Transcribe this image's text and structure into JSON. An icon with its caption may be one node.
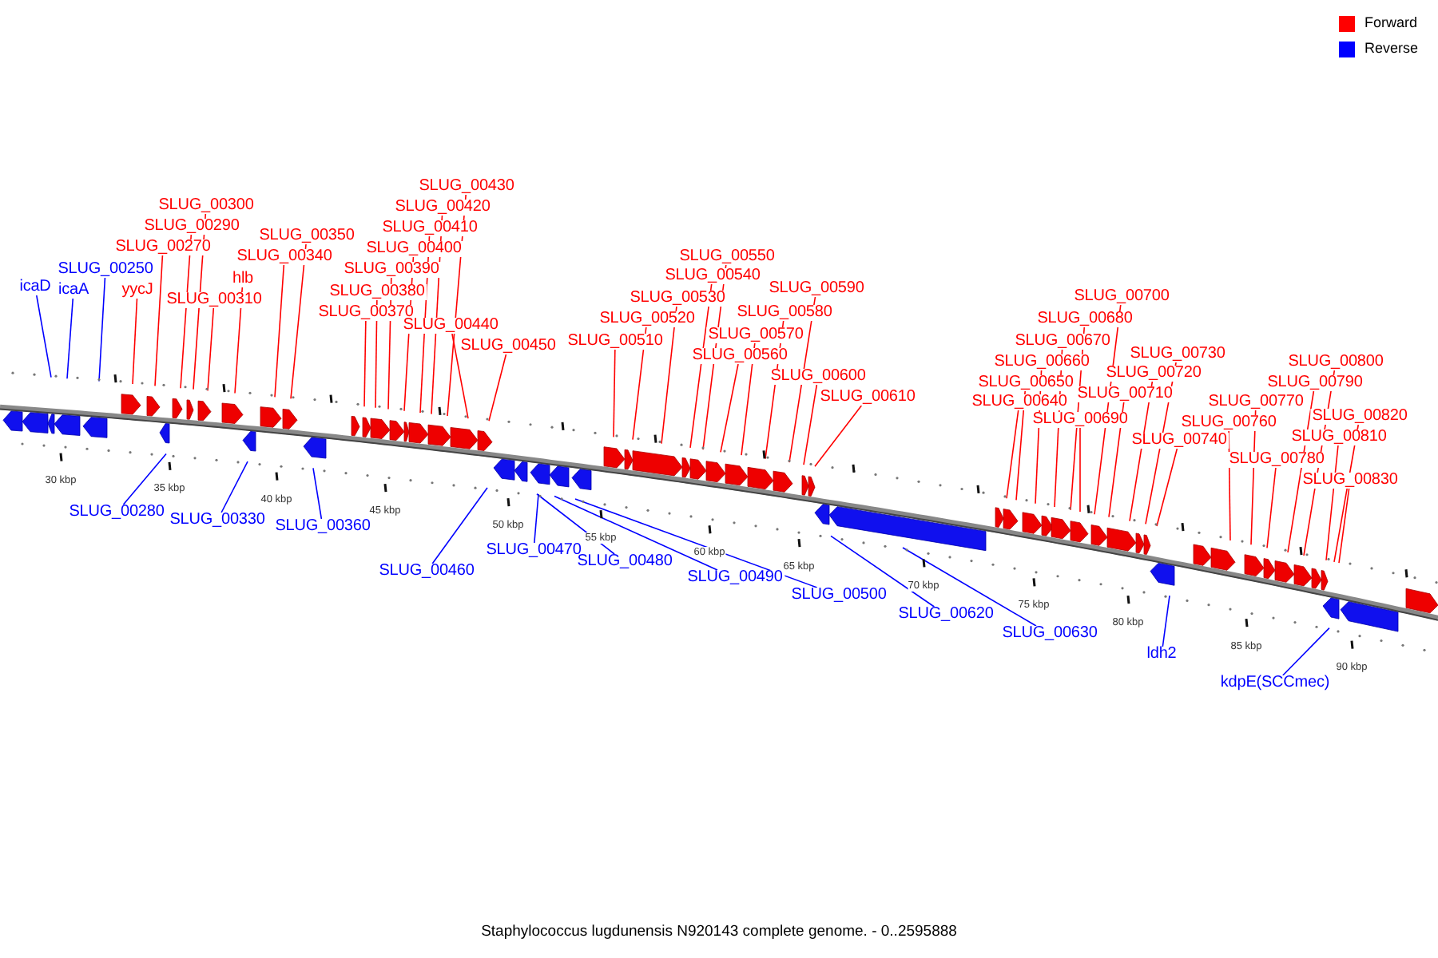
{
  "diagram": {
    "caption": "Staphylococcus lugdunensis N920143 complete genome. - 0..2595888",
    "nodes": [
      {
        "text": [
          "icaD"
        ]
      },
      {
        "text": [
          "icaA"
        ]
      },
      {
        "text": [
          "SLUG_00250"
        ]
      },
      {
        "text": [
          "yycJ"
        ]
      },
      {
        "text": [
          "SLUG_00270"
        ]
      },
      {
        "text": [
          "SLUG_00290"
        ]
      },
      {
        "text": [
          "SLUG_00300"
        ]
      },
      {
        "text": [
          "SLUG_00310"
        ]
      },
      {
        "text": [
          "hlb"
        ]
      },
      {
        "text": [
          "SLUG_00340"
        ]
      },
      {
        "text": [
          "SLUG_00350"
        ]
      },
      {
        "text": [
          "SLUG_00280"
        ]
      },
      {
        "text": [
          "SLUG_00330"
        ]
      },
      {
        "text": [
          "SLUG_00360"
        ]
      },
      {
        "text": [
          "SLUG_00370"
        ]
      },
      {
        "text": [
          "SLUG_00380"
        ]
      },
      {
        "text": [
          "SLUG_00390"
        ]
      },
      {
        "text": [
          "SLUG_00400"
        ]
      },
      {
        "text": [
          "SLUG_00410"
        ]
      },
      {
        "text": [
          "SLUG_00420"
        ]
      },
      {
        "text": [
          "SLUG_00430"
        ]
      },
      {
        "text": [
          "SLUG_00440"
        ]
      },
      {
        "text": [
          "SLUG_00450"
        ]
      },
      {
        "text": [
          "SLUG_00460"
        ]
      },
      {
        "text": [
          "SLUG_00470"
        ]
      },
      {
        "text": [
          "SLUG_00480"
        ]
      },
      {
        "text": [
          "SLUG_00490"
        ]
      },
      {
        "text": [
          "SLUG_00500"
        ]
      },
      {
        "text": [
          "SLUG_00510"
        ]
      },
      {
        "text": [
          "SLUG_00520"
        ]
      },
      {
        "text": [
          "SLUG_00530"
        ]
      },
      {
        "text": [
          "SLUG_00540"
        ]
      },
      {
        "text": [
          "SLUG_00550"
        ]
      },
      {
        "text": [
          "SLUG_00560"
        ]
      },
      {
        "text": [
          "SLUG_00570"
        ]
      },
      {
        "text": [
          "SLUG_00580"
        ]
      },
      {
        "text": [
          "SLUG_00590"
        ]
      },
      {
        "text": [
          "SLUG_00600"
        ]
      },
      {
        "text": [
          "SLUG_00610"
        ]
      },
      {
        "text": [
          "SLUG_00620"
        ]
      },
      {
        "text": [
          "SLUG_00630"
        ]
      },
      {
        "text": [
          "SLUG_00640"
        ]
      },
      {
        "text": [
          "SLUG_00650"
        ]
      },
      {
        "text": [
          "SLUG_00660"
        ]
      },
      {
        "text": [
          "SLUG_00670"
        ]
      },
      {
        "text": [
          "SLUG_00680"
        ]
      },
      {
        "text": [
          "SLUG_00690"
        ]
      },
      {
        "text": [
          "SLUG_00700"
        ]
      },
      {
        "text": [
          "SLUG_00710"
        ]
      },
      {
        "text": [
          "SLUG_00720"
        ]
      },
      {
        "text": [
          "SLUG_00730"
        ]
      },
      {
        "text": [
          "SLUG_00740"
        ]
      },
      {
        "text": [
          "ldh2"
        ]
      },
      {
        "text": [
          "SLUG_00760"
        ]
      },
      {
        "text": [
          "SLUG_00770"
        ]
      },
      {
        "text": [
          "SLUG_00780"
        ]
      },
      {
        "text": [
          "SLUG_00790"
        ]
      },
      {
        "text": [
          "SLUG_00800"
        ]
      },
      {
        "text": [
          "SLUG_00810"
        ]
      },
      {
        "text": [
          "SLUG_00820"
        ]
      },
      {
        "text": [
          "SLUG_00830"
        ]
      },
      {
        "text": [
          "kdpE(SCCmec)"
        ]
      }
    ],
    "edges": [
      {
        "from": 0,
        "to": null,
        "arrow": "none",
        "color": "#0000ff"
      },
      {
        "from": 1,
        "to": null,
        "arrow": "none",
        "color": "#0000ff"
      },
      {
        "from": 2,
        "to": null,
        "arrow": "none",
        "color": "#0000ff"
      },
      {
        "from": 3,
        "to": null,
        "arrow": "none"
      },
      {
        "from": 4,
        "to": null,
        "arrow": "none"
      },
      {
        "from": 5,
        "to": null,
        "arrow": "none"
      },
      {
        "from": 6,
        "to": null,
        "arrow": "none"
      },
      {
        "from": 7,
        "to": null,
        "arrow": "none"
      },
      {
        "from": 8,
        "to": null,
        "arrow": "none"
      },
      {
        "from": 9,
        "to": null,
        "arrow": "none"
      },
      {
        "from": 10,
        "to": null,
        "arrow": "none"
      },
      {
        "from": 11,
        "to": null,
        "arrow": "none",
        "color": "#0000ff"
      },
      {
        "from": 12,
        "to": null,
        "arrow": "none",
        "color": "#0000ff"
      },
      {
        "from": 13,
        "to": null,
        "arrow": "none",
        "color": "#0000ff"
      },
      {
        "from": 14,
        "to": null,
        "arrow": "none"
      },
      {
        "from": 15,
        "to": null,
        "arrow": "none"
      },
      {
        "from": 16,
        "to": null,
        "arrow": "none"
      },
      {
        "from": 17,
        "to": null,
        "arrow": "none"
      },
      {
        "from": 18,
        "to": null,
        "arrow": "none"
      },
      {
        "from": 19,
        "to": null,
        "arrow": "none"
      },
      {
        "from": 20,
        "to": null,
        "arrow": "none"
      },
      {
        "from": 21,
        "to": null,
        "arrow": "none"
      },
      {
        "from": 22,
        "to": null,
        "arrow": "none"
      },
      {
        "from": 23,
        "to": null,
        "arrow": "none",
        "color": "#0000ff"
      },
      {
        "from": 24,
        "to": null,
        "arrow": "none",
        "color": "#0000ff"
      },
      {
        "from": 25,
        "to": null,
        "arrow": "none",
        "color": "#0000ff"
      },
      {
        "from": 26,
        "to": null,
        "arrow": "none",
        "color": "#0000ff"
      },
      {
        "from": 27,
        "to": null,
        "arrow": "none",
        "color": "#0000ff"
      },
      {
        "from": 28,
        "to": null,
        "arrow": "none"
      },
      {
        "from": 29,
        "to": null,
        "arrow": "none"
      },
      {
        "from": 30,
        "to": null,
        "arrow": "none"
      },
      {
        "from": 31,
        "to": null,
        "arrow": "none"
      },
      {
        "from": 32,
        "to": null,
        "arrow": "none"
      },
      {
        "from": 33,
        "to": null,
        "arrow": "none"
      },
      {
        "from": 34,
        "to": null,
        "arrow": "none"
      },
      {
        "from": 35,
        "to": null,
        "arrow": "none"
      },
      {
        "from": 36,
        "to": null,
        "arrow": "none"
      },
      {
        "from": 37,
        "to": null,
        "arrow": "none"
      },
      {
        "from": 38,
        "to": null,
        "arrow": "none"
      },
      {
        "from": 39,
        "to": null,
        "arrow": "none",
        "color": "#0000ff"
      },
      {
        "from": 40,
        "to": null,
        "arrow": "none",
        "color": "#0000ff"
      },
      {
        "from": 41,
        "to": null,
        "arrow": "none"
      },
      {
        "from": 42,
        "to": null,
        "arrow": "none"
      },
      {
        "from": 43,
        "to": null,
        "arrow": "none"
      },
      {
        "from": 44,
        "to": null,
        "arrow": "none"
      },
      {
        "from": 45,
        "to": null,
        "arrow": "none"
      },
      {
        "from": 46,
        "to": null,
        "arrow": "none"
      },
      {
        "from": 47,
        "to": null,
        "arrow": "none"
      },
      {
        "from": 48,
        "to": null,
        "arrow": "none"
      },
      {
        "from": 49,
        "to": null,
        "arrow": "none"
      },
      {
        "from": 50,
        "to": null,
        "arrow": "none"
      },
      {
        "from": 51,
        "to": null,
        "arrow": "none"
      },
      {
        "from": 52,
        "to": null,
        "arrow": "none",
        "color": "#0000ff"
      },
      {
        "from": 53,
        "to": null,
        "arrow": "none"
      },
      {
        "from": 54,
        "to": null,
        "arrow": "none"
      },
      {
        "from": 55,
        "to": null,
        "arrow": "none"
      },
      {
        "from": 56,
        "to": null,
        "arrow": "none"
      },
      {
        "from": 57,
        "to": null,
        "arrow": "none"
      },
      {
        "from": 58,
        "to": null,
        "arrow": "none"
      },
      {
        "from": 59,
        "to": null,
        "arrow": "none"
      },
      {
        "from": 60,
        "to": null,
        "arrow": "none"
      },
      {
        "from": 61,
        "to": null,
        "arrow": "none",
        "color": "#0000ff"
      }
    ],
    "labels": [
      "30 kbp",
      "35 kbp",
      "40 kbp",
      "45 kbp",
      "50 kbp",
      "55 kbp",
      "60 kbp",
      "65 kbp",
      "70 kbp",
      "75 kbp",
      "80 kbp",
      "85 kbp",
      "90 kbp"
    ],
    "legend": [
      {
        "text": "Forward",
        "color": "#ff0000"
      },
      {
        "text": "Reverse",
        "color": "#0000ff"
      }
    ]
  }
}
